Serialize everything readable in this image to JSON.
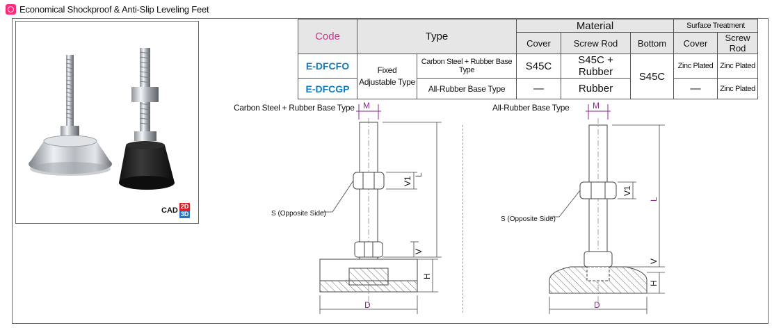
{
  "header": {
    "title": "Economical Shockproof & Anti-Slip Leveling Feet",
    "icon": "target-icon"
  },
  "cad": {
    "label": "CAD",
    "badge_2d": "2D",
    "badge_3d": "3D"
  },
  "table": {
    "headers": {
      "code": "Code",
      "type": "Type",
      "material": "Material",
      "surface": "Surface Treatment",
      "cover": "Cover",
      "screw_rod": "Screw Rod",
      "bottom": "Bottom"
    },
    "type_group": "Fixed\nAdjustable Type",
    "bottom_value": "S45C",
    "rows": [
      {
        "code": "E-DFCFO",
        "type": "Carbon Steel + Rubber Base Type",
        "cover": "S45C",
        "screw_rod": "S45C + Rubber",
        "surf_cover": "Zinc Plated",
        "surf_rod": "Zinc Plated"
      },
      {
        "code": "E-DFCGP",
        "type": "All-Rubber Base Type",
        "cover": "—",
        "screw_rod": "Rubber",
        "surf_cover": "—",
        "surf_rod": "Zinc Plated"
      }
    ]
  },
  "diagrams": {
    "left": {
      "title": "Carbon Steel + Rubber Base Type",
      "side_label": "S (Opposite Side)",
      "dims": {
        "m": "M",
        "v1": "V1",
        "l": "L",
        "v": "V",
        "h": "H",
        "d": "D"
      }
    },
    "right": {
      "title": "All-Rubber Base Type",
      "side_label": "S (Opposite Side)",
      "dims": {
        "m": "M",
        "v1": "V1",
        "l": "L",
        "v": "V",
        "h": "H",
        "d": "D"
      }
    }
  },
  "colors": {
    "accent_pink": "#ff2a7a",
    "code_blue": "#0e7dc2",
    "header_gray": "#e6e6e6",
    "dim_purple": "#8a2a8a"
  }
}
